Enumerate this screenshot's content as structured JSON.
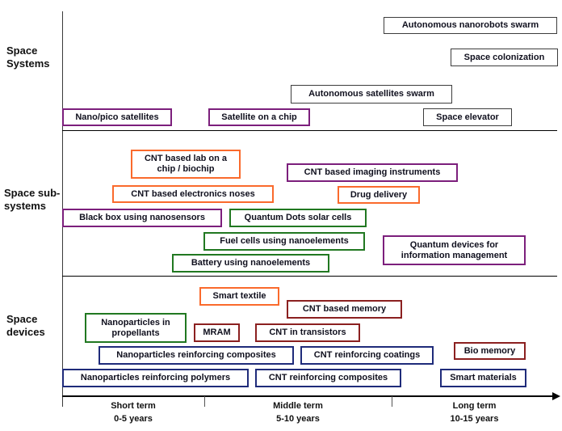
{
  "colors": {
    "systems": "#3d3d3d",
    "purple": "#7c1f7c",
    "orange": "#fa6a2c",
    "green": "#217821",
    "darkred": "#8b2020",
    "navy": "#1f2b7a"
  },
  "sections": [
    {
      "label": "Space Systems",
      "items": [
        {
          "label": "Autonomous nanorobots swarm",
          "color": "systems"
        },
        {
          "label": "Space colonization",
          "color": "systems"
        },
        {
          "label": "Autonomous satellites swarm",
          "color": "systems"
        },
        {
          "label": "Nano/pico satellites",
          "color": "purple"
        },
        {
          "label": "Satellite on a chip",
          "color": "purple"
        },
        {
          "label": "Space elevator",
          "color": "systems"
        }
      ]
    },
    {
      "label": "Space sub-systems",
      "items": [
        {
          "label": "CNT based lab on a chip / biochip",
          "color": "orange"
        },
        {
          "label": "CNT based imaging instruments",
          "color": "purple"
        },
        {
          "label": "CNT based electronics noses",
          "color": "orange"
        },
        {
          "label": "Drug delivery",
          "color": "orange"
        },
        {
          "label": "Black box using nanosensors",
          "color": "purple"
        },
        {
          "label": "Quantum Dots solar cells",
          "color": "green"
        },
        {
          "label": "Fuel cells using nanoelements",
          "color": "green"
        },
        {
          "label": "Battery using nanoelements",
          "color": "green"
        },
        {
          "label": "Quantum devices for information management",
          "color": "purple"
        }
      ]
    },
    {
      "label": "Space devices",
      "items": [
        {
          "label": "Smart textile",
          "color": "orange"
        },
        {
          "label": "CNT based memory",
          "color": "darkred"
        },
        {
          "label": "Nanoparticles in propellants",
          "color": "green"
        },
        {
          "label": "MRAM",
          "color": "darkred"
        },
        {
          "label": "CNT in transistors",
          "color": "darkred"
        },
        {
          "label": "Bio memory",
          "color": "darkred"
        },
        {
          "label": "Nanoparticles reinforcing composites",
          "color": "navy"
        },
        {
          "label": "CNT reinforcing coatings",
          "color": "navy"
        },
        {
          "label": "Nanoparticles reinforcing polymers",
          "color": "navy"
        },
        {
          "label": "CNT reinforcing composites",
          "color": "navy"
        },
        {
          "label": "Smart materials",
          "color": "navy"
        }
      ]
    }
  ],
  "timeline": {
    "terms": [
      {
        "label": "Short term",
        "range": "0-5 years"
      },
      {
        "label": "Middle term",
        "range": "5-10 years"
      },
      {
        "label": "Long term",
        "range": "10-15 years"
      }
    ]
  }
}
